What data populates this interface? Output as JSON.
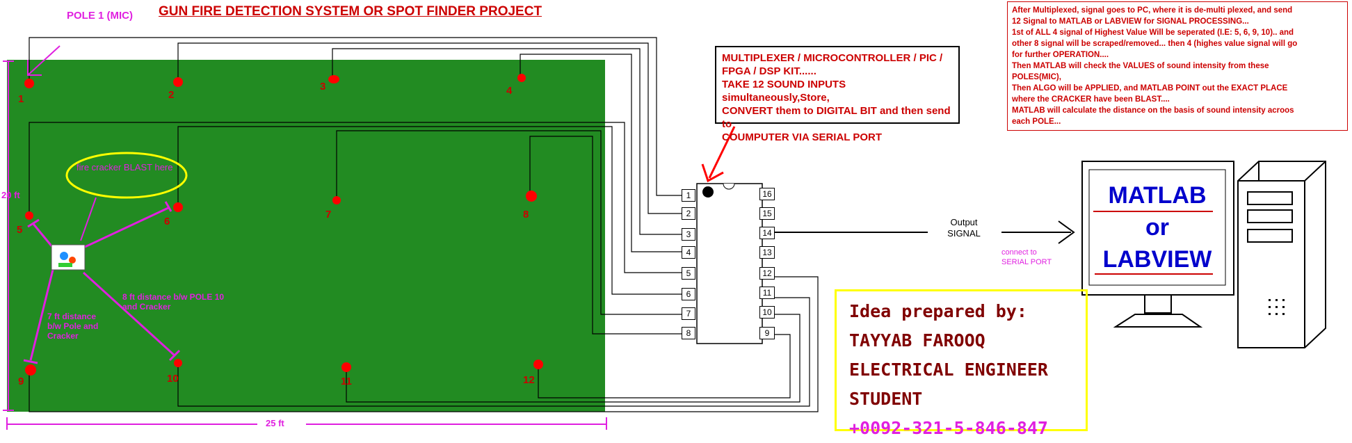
{
  "title": "GUN FIRE DETECTION SYSTEM OR SPOT FINDER PROJECT",
  "pole1_label": "POLE 1 (MIC)",
  "poles": [
    {
      "num": "1"
    },
    {
      "num": "2"
    },
    {
      "num": "3"
    },
    {
      "num": "4"
    },
    {
      "num": "5"
    },
    {
      "num": "6"
    },
    {
      "num": "7"
    },
    {
      "num": "8"
    },
    {
      "num": "9"
    },
    {
      "num": "10"
    },
    {
      "num": "11"
    },
    {
      "num": "12"
    }
  ],
  "height_label": "20 ft",
  "width_label": "25 ft",
  "blast_label": "fire cracker BLAST here",
  "dist_7ft": "7 ft distance b/w Pole and Cracker",
  "dist_8ft": "8 ft distance b/w POLE 10 and Cracker",
  "mcu_text": [
    "MULTIPLEXER / MICROCONTROLLER / PIC /",
    "FPGA / DSP KIT......",
    "TAKE 12 SOUND INPUTS simultaneously,Store,",
    "CONVERT them to DIGITAL BIT and then send to",
    "COUMPUTER VIA SERIAL PORT"
  ],
  "notes_text": [
    "After Multiplexed, signal goes to PC, where it is de-multi plexed, and send",
    "12 Signal to MATLAB or LABVIEW for SIGNAL PROCESSING...",
    "1st of ALL 4 signal of Highest Value Will be seperated (I.E: 5, 6, 9, 10).. and",
    "other 8 signal will be scraped/removed... then 4 (highes value signal will go",
    "for further OPERATION....",
    "Then MATLAB will check the VALUES of sound intensity from these",
    "POLES(MIC),",
    "Then ALGO will be APPLIED, and MATLAB POINT out the EXACT PLACE",
    "where the CRACKER have been BLAST....",
    "MATLAB will calculate the distance on the basis of sound intensity acroos",
    "each POLE..."
  ],
  "chip_pins_left": [
    "1",
    "2",
    "3",
    "4",
    "5",
    "6",
    "7",
    "8"
  ],
  "chip_pins_right": [
    "16",
    "15",
    "14",
    "13",
    "12",
    "11",
    "10",
    "9"
  ],
  "output_label": "Output SIGNAL",
  "connect_label": "connect to SERIAL PORT",
  "monitor_lines": [
    "MATLAB",
    "or",
    "LABVIEW"
  ],
  "idea_lines": [
    "Idea prepared by:",
    "TAYYAB FAROOQ",
    "ELECTRICAL ENGINEER",
    "STUDENT",
    "+0092-321-5-846-847"
  ],
  "colors": {
    "field": "#228b22",
    "pole": "#ff0000",
    "magenta": "#e020e0",
    "dark_red": "#cc0000"
  }
}
